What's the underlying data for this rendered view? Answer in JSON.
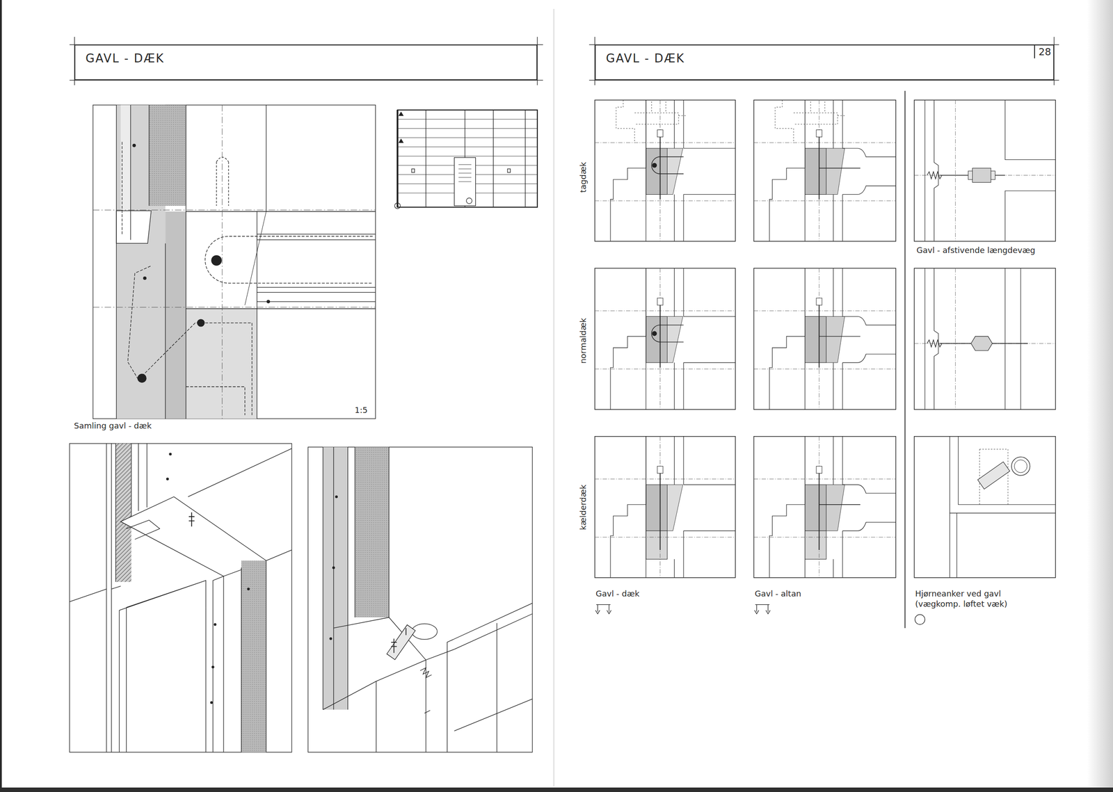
{
  "diagram": {
    "nodes": [
      {
        "text": [
          "GAVL - DÆK"
        ]
      },
      {
        "text": [
          "GAVL - DÆK",
          "28"
        ]
      }
    ],
    "labels": [
      "Samling gavl - dæk",
      "1:5",
      "tagdæk",
      "normaldæk",
      "kælderdæk",
      "Gavl - afstivende længdevæg",
      "Gavl - dæk",
      "Gavl - altan",
      "Hjørneanker ved gavl (vægkomp. løftet væk)"
    ]
  }
}
